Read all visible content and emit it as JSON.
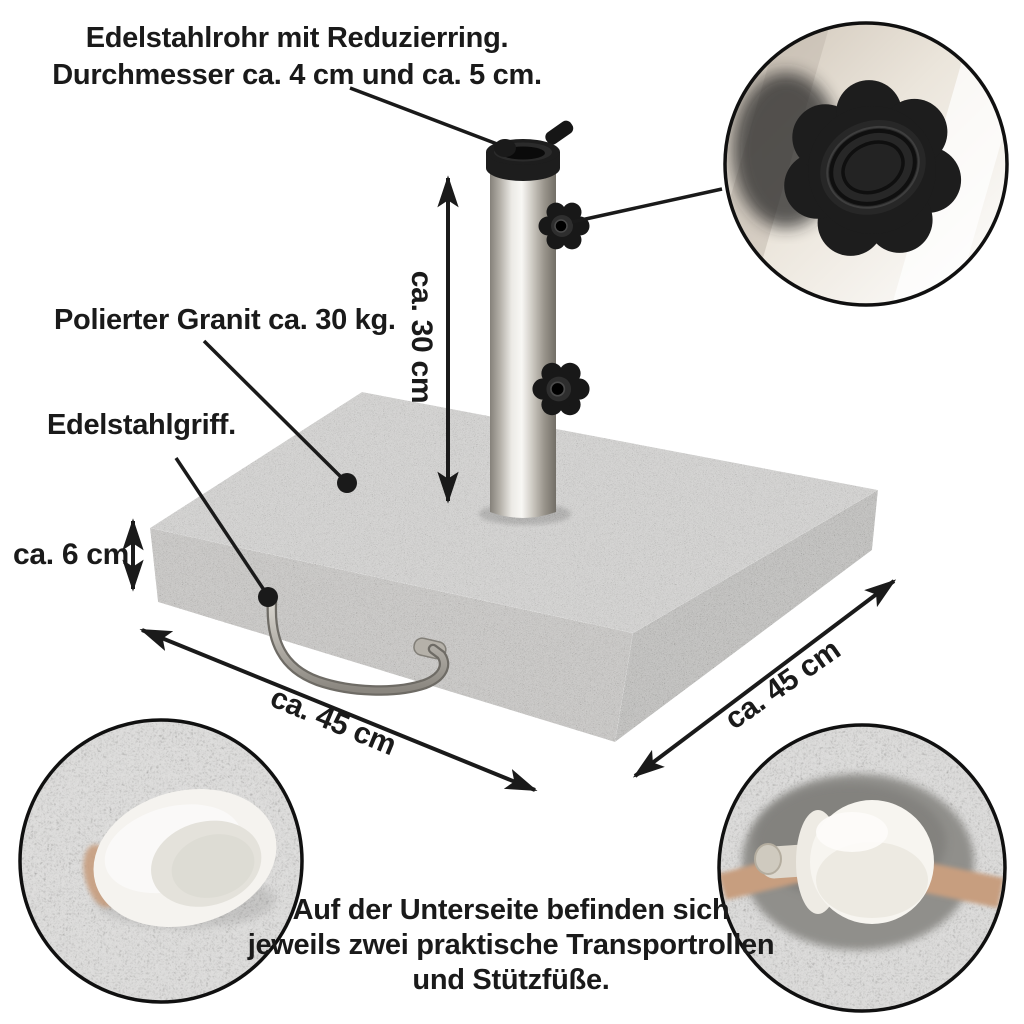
{
  "page": {
    "background": "#ffffff",
    "ink": "#1a1a1a",
    "description_tags": [
      "parasol-base-product-diagram"
    ]
  },
  "annotations": {
    "tube_note_line1": "Edelstahlrohr mit Reduzierring.",
    "tube_note_line2": "Durchmesser ca. 4 cm und ca. 5 cm.",
    "granite_note": "Polierter Granit ca. 30 kg.",
    "handle_note": "Edelstahlgriff.",
    "underside_note_line1": "Auf der Unterseite befinden sich",
    "underside_note_line2": "jeweils zwei praktische Transportrollen",
    "underside_note_line3": "und Stützfüße."
  },
  "dimensions": {
    "tube_height": "ca. 30 cm",
    "base_thickness": "ca. 6 cm",
    "base_width_front_left": "ca. 45 cm",
    "base_width_front_right": "ca. 45 cm"
  },
  "insets": {
    "top_right": "star-knob-closeup",
    "bottom_left": "support-foot-closeup",
    "bottom_right": "transport-roller-closeup"
  },
  "colors": {
    "ink": "#1a1a1a",
    "granite_top": "#c2c1bf",
    "granite_left_face": "#b4b2af",
    "granite_right_face": "#a8a7a4",
    "granite_inset": "#cbcac8",
    "steel_highlight": "#f8f7f4",
    "steel_shadow": "#726e66",
    "knob_black": "#1d1d1d",
    "roller_white": "#f6f4ef",
    "strap_tan": "#c79e7f",
    "inset_beige": "#cdc3b6"
  }
}
